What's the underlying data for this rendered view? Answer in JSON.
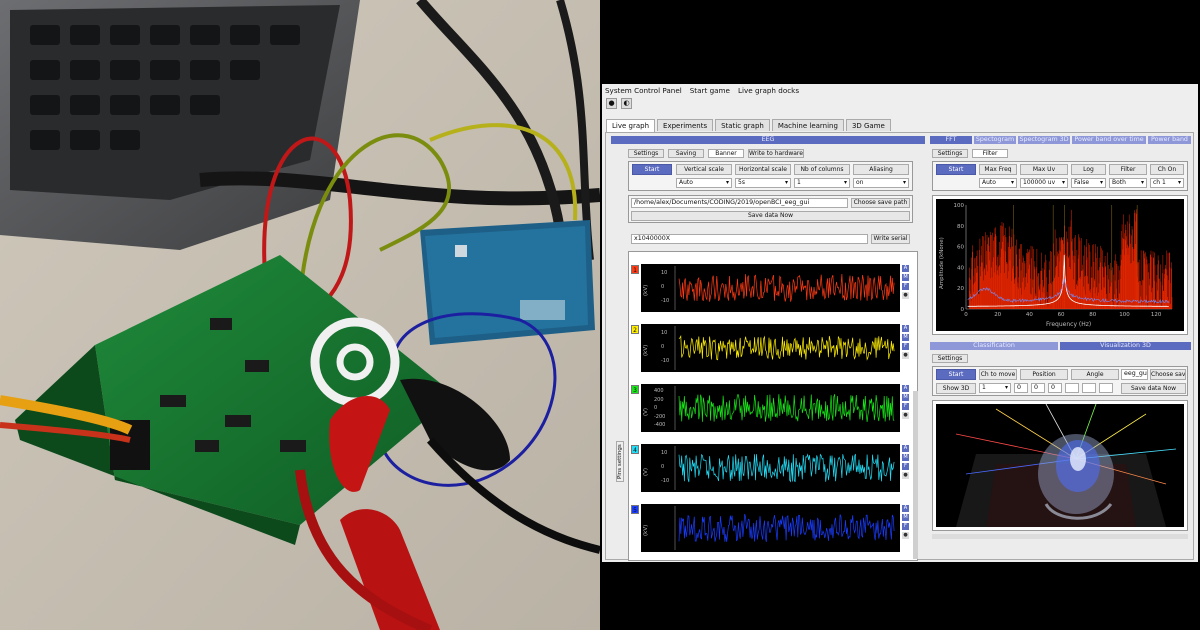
{
  "menu": [
    "System Control Panel",
    "Start game",
    "Live graph docks"
  ],
  "tabs": [
    "Live graph",
    "Experiments",
    "Static graph",
    "Machine learning",
    "3D Game"
  ],
  "active_tab": "Live graph",
  "eeg": {
    "title": "EEG",
    "subtabs": [
      "Settings",
      "Saving",
      "Banner",
      "Write to hardware"
    ],
    "start_label": "Start",
    "controls": [
      {
        "label": "Vertical scale",
        "value": "Auto"
      },
      {
        "label": "Horizontal scale",
        "value": "5s"
      },
      {
        "label": "Nb of columns",
        "value": "1"
      },
      {
        "label": "Aliasing",
        "value": "on"
      }
    ],
    "save_path": "/home/alex/Documents/CODING/2019/openBCI_eeg_gui",
    "choose_save_path": "Choose save path",
    "save_now": "Save data Now",
    "serial_value": "x1040000X",
    "write_serial": "Write serial",
    "pins_settings": "Pins settings",
    "channels": [
      {
        "num": "1",
        "unit": "(kV)",
        "color": "#ff3b14",
        "ticks": [
          "10",
          "0",
          "-10"
        ]
      },
      {
        "num": "2",
        "unit": "(kV)",
        "color": "#ffee00",
        "ticks": [
          "10",
          "0",
          "-10"
        ]
      },
      {
        "num": "3",
        "unit": "(V)",
        "color": "#18e618",
        "ticks": [
          "400",
          "200",
          "0",
          "-200",
          "-400"
        ]
      },
      {
        "num": "4",
        "unit": "(V)",
        "color": "#22dcf5",
        "ticks": [
          "10",
          "0",
          "-10"
        ]
      },
      {
        "num": "5",
        "unit": "(kV)",
        "color": "#1a3cff",
        "ticks": []
      }
    ],
    "side_buttons": [
      "A",
      "M",
      "F",
      "●"
    ]
  },
  "fft": {
    "tabs": [
      "FFT",
      "Spectogram",
      "Spectogram 3D",
      "Power band over time",
      "Power band"
    ],
    "subtabs": [
      "Settings",
      "Filter"
    ],
    "start_label": "Start",
    "controls": [
      {
        "label": "Max Freq",
        "value": "Auto"
      },
      {
        "label": "Max Uv",
        "value": "100000 uv"
      },
      {
        "label": "Log",
        "value": "False"
      },
      {
        "label": "Filter",
        "value": "Both"
      },
      {
        "label": "Ch On",
        "value": "ch 1"
      }
    ],
    "ylabel": "Amplitude (kNone)",
    "xlabel": "Frequency (Hz)",
    "xticks": [
      "0",
      "20",
      "40",
      "60",
      "80",
      "100",
      "120"
    ],
    "yticks": [
      "100",
      "80",
      "60",
      "40",
      "20",
      "0"
    ]
  },
  "viz": {
    "tabs": [
      "Classification",
      "Visualization 3D"
    ],
    "subtabs": [
      "Settings"
    ],
    "start_label": "Start",
    "ch_to_move": "Ch to move",
    "position": "Position",
    "angle": "Angle",
    "name_value": "eeg_gui",
    "choose_save": "Choose save",
    "show_3d": "Show 3D",
    "ch_value": "1",
    "pos_values": [
      "0",
      "0",
      "0"
    ],
    "save_now": "Save data Now"
  },
  "colors": {
    "accent": "#5b6bbf",
    "fft_red": "#ff2a00",
    "fft_white": "#ffffff"
  }
}
